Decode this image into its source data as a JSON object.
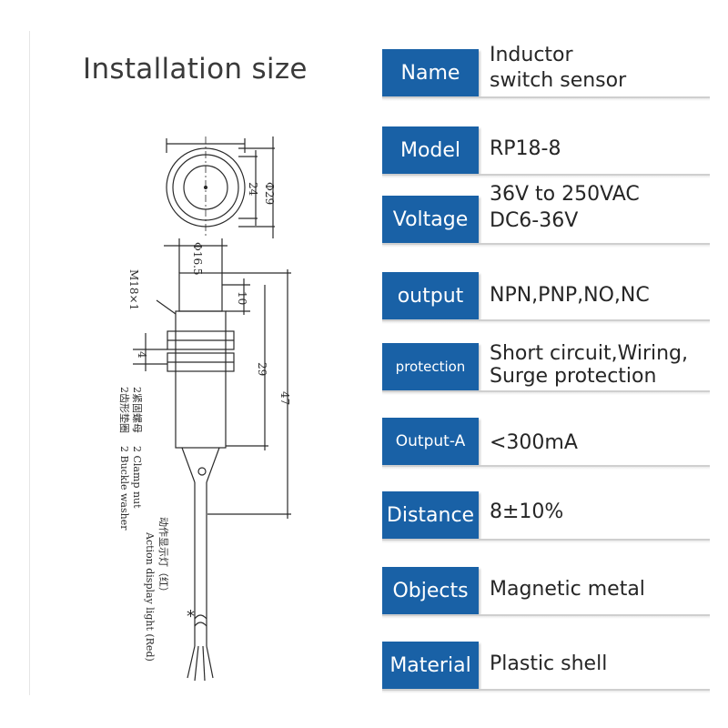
{
  "title": "Installation size",
  "drawing": {
    "dim_outer": "Φ29",
    "dim_inner": "24",
    "dim_body": "Φ16.5",
    "dim_thread": "M18×1",
    "dim_nut": "4",
    "dim_10": "10",
    "dim_29": "29",
    "dim_47": "47",
    "note_clamp": "2 Clamp nut",
    "note_buckle": "2 Buckle washer",
    "note_action": "Action display light (Red)",
    "note_clamp_cn": "2紧固螺母",
    "note_buckle_cn": "2齿形垫圈",
    "note_action_cn": "动作显示灯（红）",
    "asterisk": "*"
  },
  "specs": [
    {
      "label": "Name",
      "value": [
        "Inductor",
        "switch sensor"
      ]
    },
    {
      "label": "Model",
      "value": [
        "RP18-8"
      ]
    },
    {
      "label": "Voltage",
      "value": [
        "36V to 250VAC",
        "DC6-36V"
      ]
    },
    {
      "label": "output",
      "value": [
        "NPN,PNP,NO,NC"
      ]
    },
    {
      "label": "protection",
      "value": [
        "Short circuit,Wiring,",
        "Surge protection"
      ]
    },
    {
      "label": "Output-A",
      "value": [
        "<300mA"
      ]
    },
    {
      "label": "Distance",
      "value": [
        "8±10%"
      ]
    },
    {
      "label": "Objects",
      "value": [
        "Magnetic metal"
      ]
    },
    {
      "label": "Material",
      "value": [
        "Plastic shell"
      ]
    }
  ],
  "colors": {
    "tag_bg": "#1961a6",
    "tag_text": "#ffffff",
    "rule": "#cfcfcf"
  }
}
